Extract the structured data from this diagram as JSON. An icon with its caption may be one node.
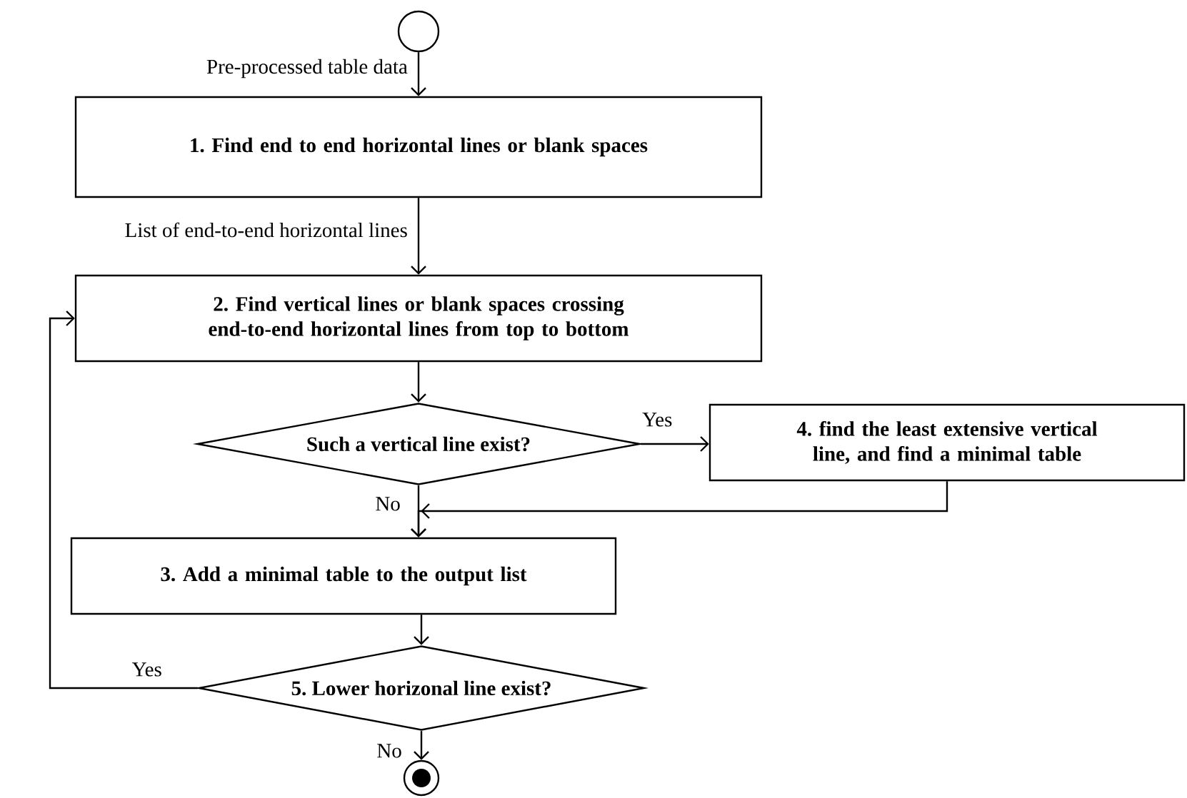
{
  "diagram": {
    "nodes": [
      {
        "text": [],
        "shape": "circle"
      },
      {
        "text": [
          "1. Find end to end horizontal lines or blank spaces"
        ]
      },
      {
        "text": [
          "2. Find vertical lines or blank spaces crossing end-to-end horizontal lines from top to bottom"
        ]
      },
      {
        "text": [
          "Such a vertical line exist?"
        ]
      },
      {
        "text": [
          "4. find the least extensive vertical line, and find a minimal table"
        ]
      },
      {
        "text": [
          "3. Add a minimal table to the output list"
        ]
      },
      {
        "text": [
          "5. Lower horizonal line exist?"
        ]
      },
      {
        "text": [],
        "shape": "bullseye"
      }
    ],
    "edges": [
      {
        "from": 0,
        "to": 1,
        "arrow": "to",
        "label": "Pre-processed table data"
      },
      {
        "from": 1,
        "to": 2,
        "arrow": "to",
        "label": "List of end-to-end horizontal lines"
      },
      {
        "from": 2,
        "to": 3,
        "arrow": "to"
      },
      {
        "from": 3,
        "to": 4,
        "arrow": "to",
        "label": "Yes"
      },
      {
        "from": 3,
        "to": 5,
        "arrow": "to",
        "label": "No"
      },
      {
        "from": 4,
        "to": 5,
        "arrow": "to"
      },
      {
        "from": 5,
        "to": 6,
        "arrow": "to"
      },
      {
        "from": 6,
        "to": 2,
        "arrow": "to",
        "label": "Yes"
      },
      {
        "from": 6,
        "to": 7,
        "arrow": "to",
        "label": "No"
      }
    ]
  }
}
